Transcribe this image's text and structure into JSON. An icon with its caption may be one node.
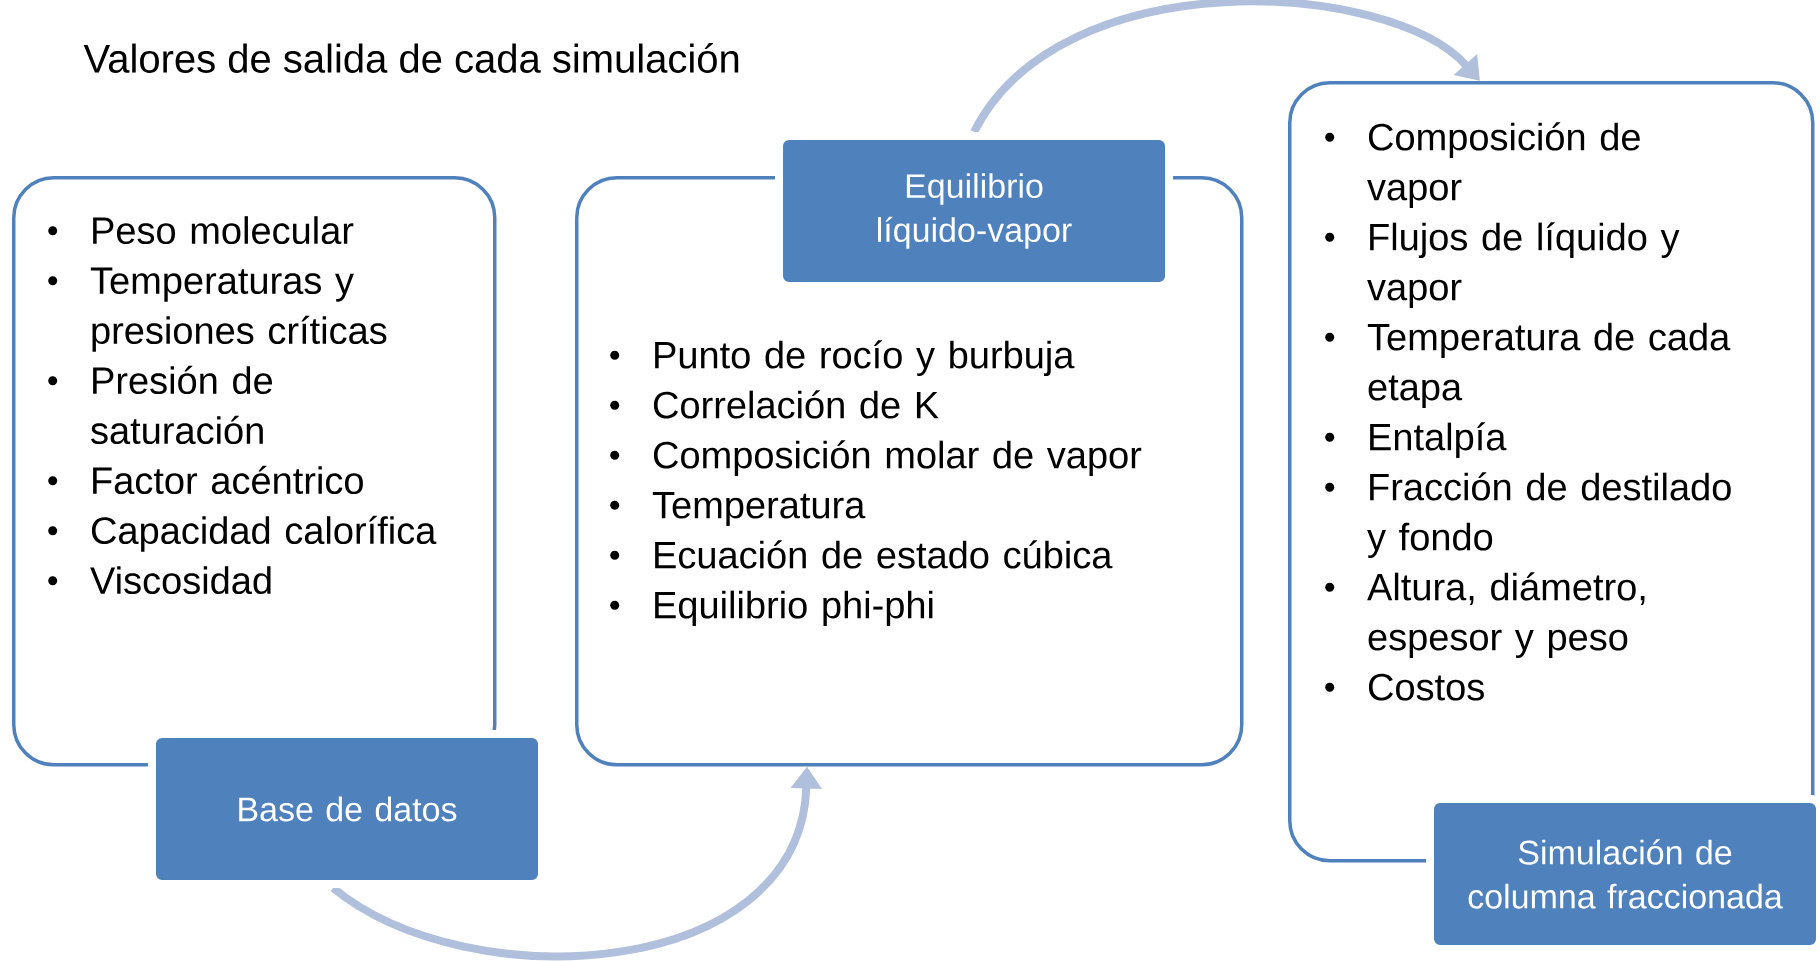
{
  "diagram": {
    "title": "Valores de salida de cada simulación",
    "nodes": [
      {
        "text": [
          "Peso molecular",
          "Temperaturas y presiones críticas",
          "Presión de saturación",
          "Factor acéntrico",
          "Capacidad calorífica",
          "Viscosidad"
        ]
      },
      {
        "text": [
          "Base de datos"
        ]
      },
      {
        "text": [
          "Punto de rocío y burbuja",
          "Correlación de K",
          "Composición molar de vapor",
          "Temperatura",
          "Ecuación de estado cúbica",
          "Equilibrio phi-phi"
        ]
      },
      {
        "text": [
          "Equilibrio líquido-vapor"
        ]
      },
      {
        "text": [
          "Composición de vapor",
          "Flujos de líquido y vapor",
          "Temperatura de cada etapa",
          "Entalpía",
          "Fracción de destilado y fondo",
          "Altura, diámetro, espesor y peso",
          "Costos"
        ]
      },
      {
        "text": [
          "Simulación de columna fraccionada"
        ]
      }
    ],
    "edges": [
      {
        "from": 1,
        "to": 2,
        "arrow": "to"
      },
      {
        "from": 3,
        "to": 4,
        "arrow": "to"
      }
    ]
  }
}
